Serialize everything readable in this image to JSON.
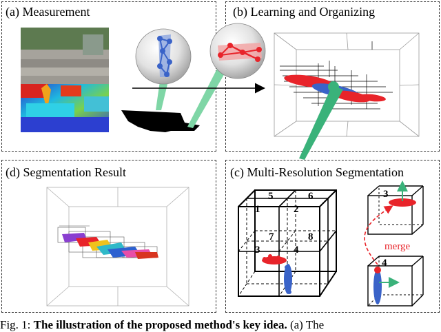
{
  "panels": {
    "a": {
      "title": "(a) Measurement"
    },
    "b": {
      "title": "(b) Learning and Organizing"
    },
    "c": {
      "title": "(c) Multi-Resolution Segmentation"
    },
    "d": {
      "title": "(d) Segmentation Result"
    }
  },
  "cube_labels": [
    "1",
    "2",
    "3",
    "4",
    "5",
    "6",
    "7",
    "8"
  ],
  "small_cube_labels": {
    "top": "3",
    "bottom": "4"
  },
  "merge_label": "merge",
  "caption": {
    "prefix": "Fig. 1: ",
    "bold": "The illustration of the proposed method's key idea.",
    "rest": " (a) The"
  },
  "colors": {
    "red_points": "#e8242a",
    "blue_points": "#3a63c8",
    "green_arrow": "#3ab27a",
    "green_link": "#7fd6a6",
    "merge_red": "#e8242a"
  }
}
